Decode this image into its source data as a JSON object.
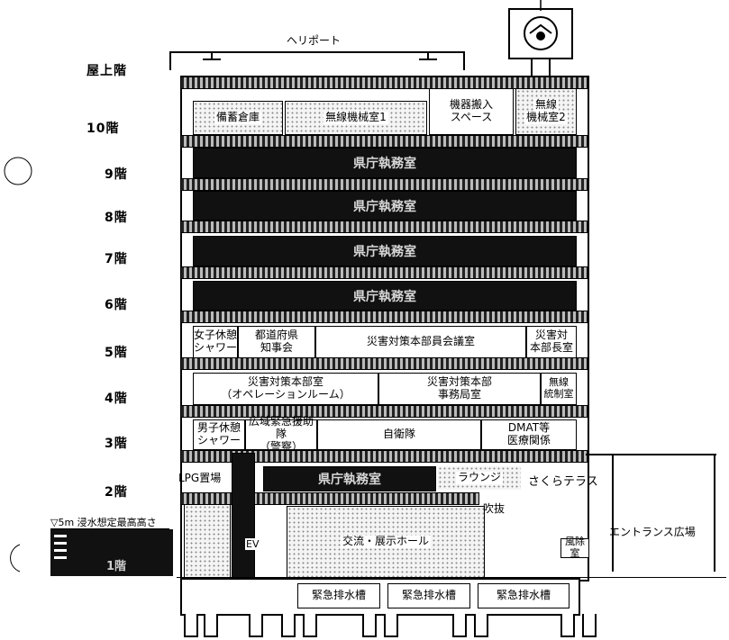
{
  "floors": {
    "rooftop": "屋上階",
    "f10": "10階",
    "f9": "9階",
    "f8": "8階",
    "f7": "7階",
    "f6": "6階",
    "f5": "5階",
    "f4": "4階",
    "f3": "3階",
    "f2": "2階",
    "f1": "1階"
  },
  "heliport": "ヘリポート",
  "flood_line": "▽5m 浸水想定最高高さ",
  "rooms": {
    "f10_storage": "備蓄倉庫",
    "f10_radio1": "無線機械室1",
    "f10_equipment": [
      "機器搬入",
      "スペース"
    ],
    "f10_radio2": [
      "無線",
      "機械室2"
    ],
    "f9": "県庁執務室",
    "f8": "県庁執務室",
    "f7": "県庁執務室",
    "f6": "県庁執務室",
    "f5_women": [
      "女子休憩",
      "シャワー"
    ],
    "f5_governors": [
      "都道府県",
      "知事会"
    ],
    "f5_council": "災害対策本部員会議室",
    "f5_chief": [
      "災害対",
      "本部長室"
    ],
    "f4_ops": [
      "災害対策本部室",
      "（オペレーションルーム）"
    ],
    "f4_secretariat": [
      "災害対策本部",
      "事務局室"
    ],
    "f4_radio": [
      "無線",
      "統制室"
    ],
    "f3_men": [
      "男子休憩",
      "シャワー"
    ],
    "f3_police": [
      "広域緊急援助隊",
      "（警察）"
    ],
    "f3_sdf": "自衛隊",
    "f3_dmat": [
      "DMAT等",
      "医療関係"
    ],
    "f2_lpg": "LPG置場",
    "f2_office": "県庁執務室",
    "f2_lounge": "ラウンジ",
    "f2_terrace": "さくらテラス",
    "f1_atrium": "吹抜",
    "f1_hall": "交流・展示ホール",
    "f1_entrance": "エントランス広場",
    "f1_windbreak": "風除室",
    "elevator": "EV",
    "tanks": [
      "緊急排水槽",
      "緊急排水槽",
      "緊急排水槽"
    ]
  },
  "colors": {
    "dark_floor": "#111111",
    "line": "#000000"
  }
}
